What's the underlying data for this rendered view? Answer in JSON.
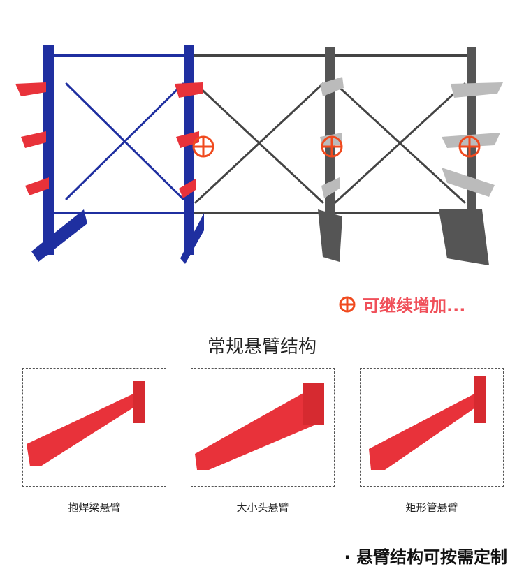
{
  "colors": {
    "blue": "#1f2fa0",
    "gray": "#4a4a4a",
    "red": "#e8323a",
    "accent": "#f04a1e",
    "note": "#f0505a"
  },
  "add_note": {
    "icon": "plus-circle-icon",
    "text": "可继续增加..."
  },
  "section_title": "常规悬臂结构",
  "arm_types": [
    {
      "label": "抱焊梁悬臂"
    },
    {
      "label": "大小头悬臂"
    },
    {
      "label": "矩形管悬臂"
    }
  ],
  "footer": "· 悬臂结构可按需定制"
}
